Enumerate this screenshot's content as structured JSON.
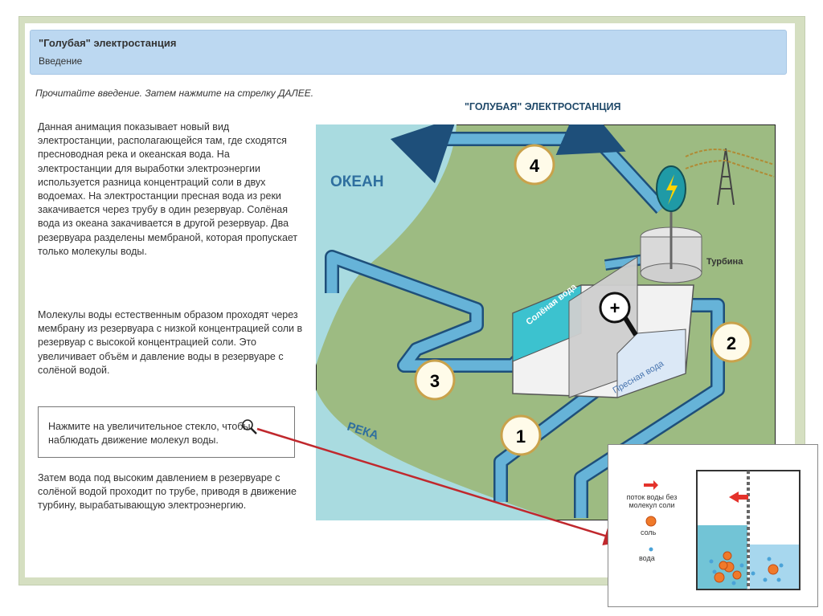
{
  "header": {
    "title": "\"Голубая\" электростанция",
    "subtitle": "Введение"
  },
  "instruction": "Прочитайте введение. Затем нажмите на стрелку ДАЛЕЕ.",
  "paragraphs": [
    "Данная анимация показывает новый вид электростанции, располагающейся там, где сходятся пресноводная река и океанская вода. На электростанции для выработки электроэнергии используется разница концентраций соли в двух водоемах. На электростанции пресная вода из реки закачивается через трубу в один резервуар. Солёная вода из океана закачивается в другой резервуар. Два резервуара разделены мембраной, которая пропускает только молекулы воды.",
    "Молекулы воды естественным образом проходят через мембрану из резервуара с низкой концентрацией соли в резервуар с высокой концентрацией соли. Это увеличивает объём и давление воды в резервуаре с солёной водой.",
    "Затем вода под высоким давлением в резервуаре с солёной водой проходит по трубе, приводя в движение турбину, вырабатывающую электроэнергию."
  ],
  "hint": "Нажмите на увеличительное стекло, чтобы наблюдать движение молекул воды.",
  "diagram": {
    "title": "\"ГОЛУБАЯ\" ЭЛЕКТРОСТАНЦИЯ",
    "ocean": "ОКЕАН",
    "river": "РЕКА",
    "salt_tank": "Солёная вода",
    "fresh_tank": "Пресная вода",
    "turbine": "Турбина",
    "steps": [
      "1",
      "2",
      "3",
      "4"
    ],
    "magnifier_symbol": "+"
  },
  "legend": {
    "flow": "поток воды без молекул соли",
    "salt": "соль",
    "water": "вода"
  },
  "colors": {
    "header_bg": "#bcd8f1",
    "frame": "#d5dfc1",
    "ocean": "#a9dbe0",
    "land": "#9dbb82",
    "pipe": "#5fa9cf",
    "arrow_red": "#c0282d",
    "salt": "#f07a2a",
    "water": "#4aa3d8"
  },
  "icons": [
    "magnifier-icon",
    "lightning-icon",
    "pylon-icon",
    "arrow-left-icon"
  ]
}
